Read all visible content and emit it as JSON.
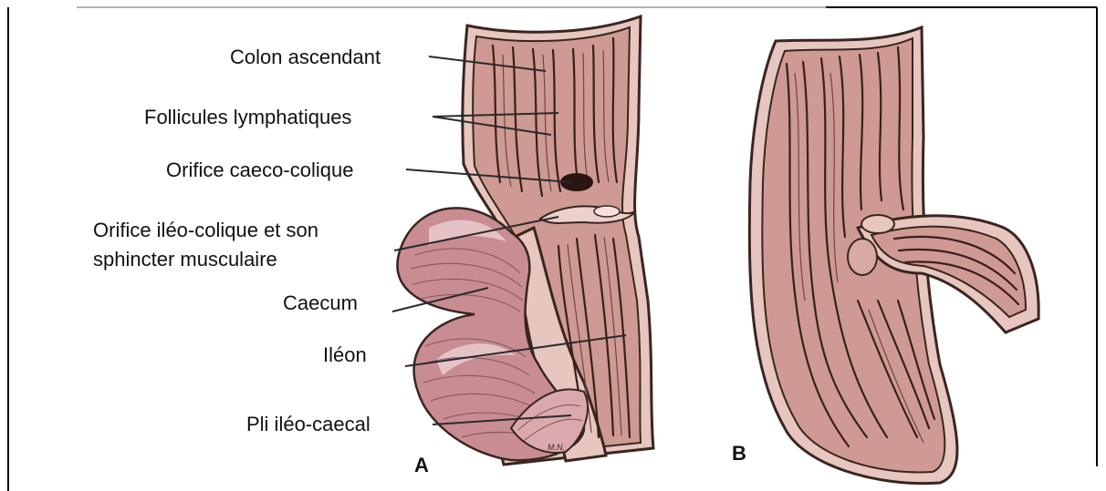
{
  "labels": {
    "colon": "Colon ascendant",
    "follicules": "Follicules lymphatiques",
    "orifice_caeco": "Orifice caeco-colique",
    "orifice_ileo_line1": "Orifice iléo-colique et son",
    "orifice_ileo_line2": "sphincter musculaire",
    "caecum": "Caecum",
    "ileon": "Iléon",
    "pli": "Pli iléo-caecal",
    "signature": "M.N."
  },
  "panels": {
    "a": "A",
    "b": "B"
  },
  "colors": {
    "tissue": "#cf9a93",
    "wall": "#e6c6bf",
    "fold": "#3a201c",
    "frame": "#000000"
  }
}
